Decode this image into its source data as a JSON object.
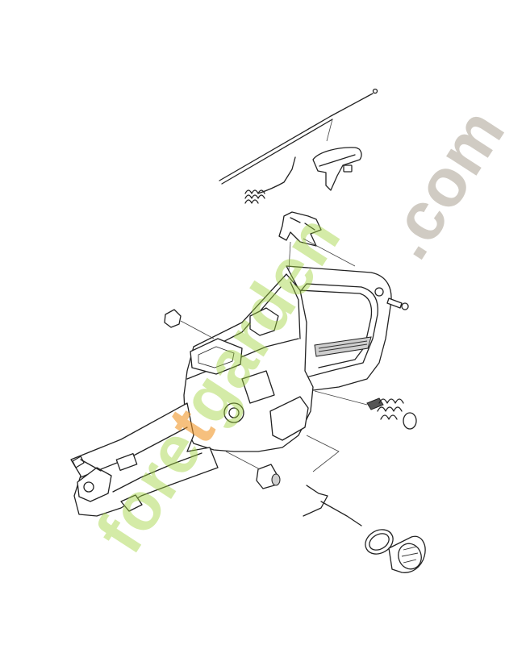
{
  "watermark": {
    "part1": "fore",
    "part2": "t",
    "part3": "garden",
    "part4": ".com"
  },
  "colors": {
    "watermark_green": "#a0d23c",
    "watermark_orange": "#f09628",
    "watermark_gray": "#aaa091",
    "line": "#222222"
  }
}
